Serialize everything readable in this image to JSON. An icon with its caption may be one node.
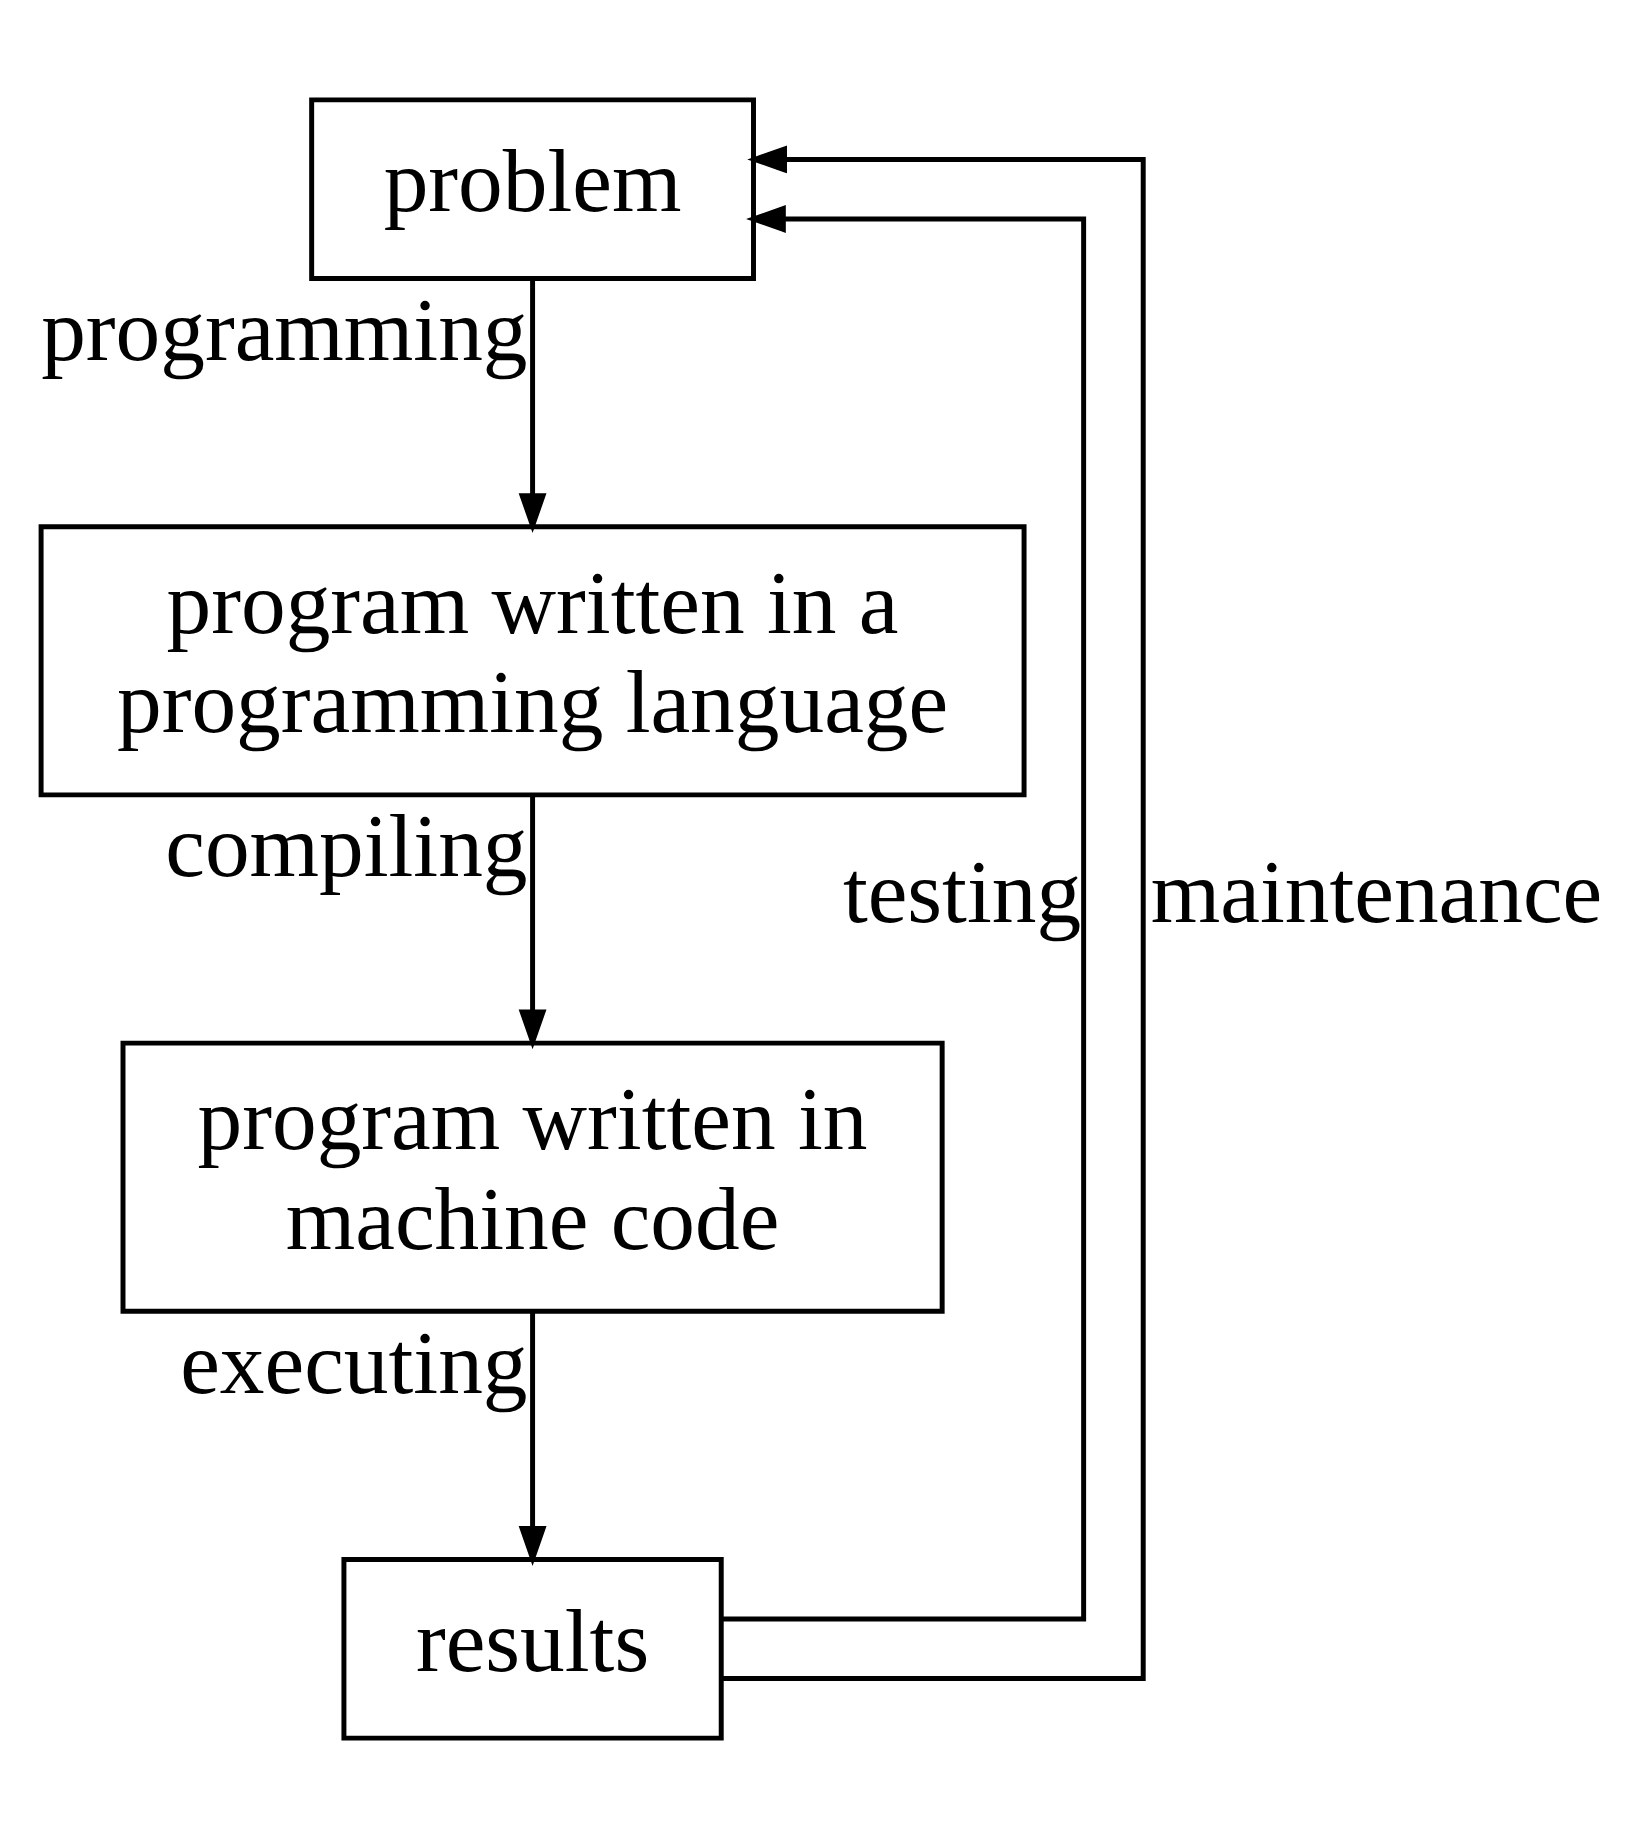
{
  "diagram": {
    "nodes": [
      {
        "text": [
          "problem"
        ]
      },
      {
        "text": [
          "program written in a programming language"
        ]
      },
      {
        "text": [
          "program written in machine code"
        ]
      },
      {
        "text": [
          "results"
        ]
      }
    ],
    "edges": [
      {
        "from": 0,
        "to": 1,
        "arrow": "to",
        "label": "programming"
      },
      {
        "from": 1,
        "to": 2,
        "arrow": "to",
        "label": "compiling"
      },
      {
        "from": 2,
        "to": 3,
        "arrow": "to",
        "label": "executing"
      },
      {
        "from": 3,
        "to": 0,
        "arrow": "to",
        "label": "testing"
      },
      {
        "from": 3,
        "to": 0,
        "arrow": "to",
        "label": "maintenance"
      }
    ]
  }
}
